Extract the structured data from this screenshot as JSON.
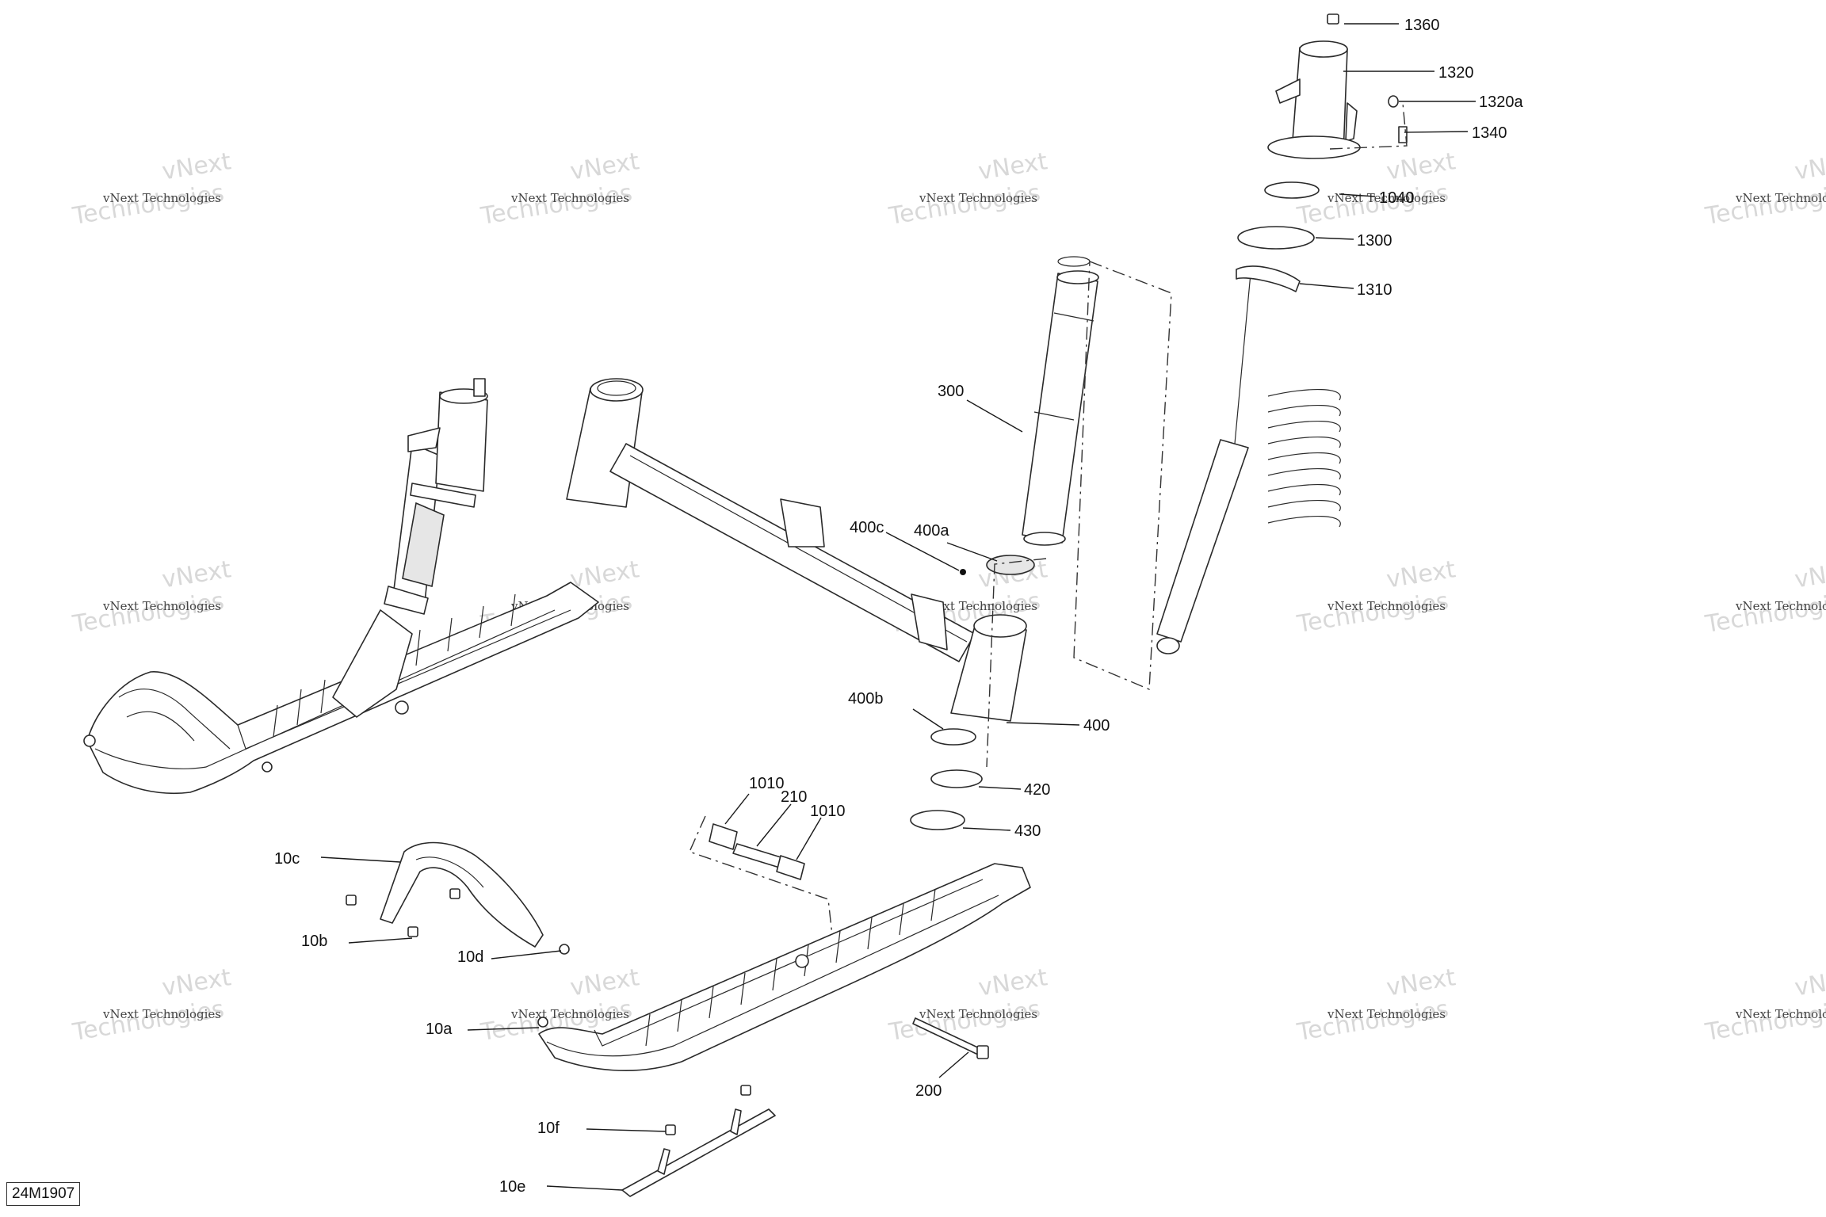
{
  "reference_code": "24M1907",
  "watermark_text_line1": "vNext",
  "watermark_text_line2": "Technologies",
  "watermark_text_full": "vNext Technologies",
  "callouts": [
    {
      "id": "1360"
    },
    {
      "id": "1320"
    },
    {
      "id": "1320a"
    },
    {
      "id": "1340"
    },
    {
      "id": "1040"
    },
    {
      "id": "1300"
    },
    {
      "id": "1310"
    },
    {
      "id": "300"
    },
    {
      "id": "400c"
    },
    {
      "id": "400a"
    },
    {
      "id": "400b"
    },
    {
      "id": "400"
    },
    {
      "id": "420"
    },
    {
      "id": "430"
    },
    {
      "id": "1010"
    },
    {
      "id": "210"
    },
    {
      "id": "1010"
    },
    {
      "id": "10c"
    },
    {
      "id": "10b"
    },
    {
      "id": "10d"
    },
    {
      "id": "10a"
    },
    {
      "id": "200"
    },
    {
      "id": "10f"
    },
    {
      "id": "10e"
    }
  ],
  "colors": {
    "line": "#2a2a2a",
    "watermark": "#b9b9b9",
    "background": "#ffffff"
  }
}
